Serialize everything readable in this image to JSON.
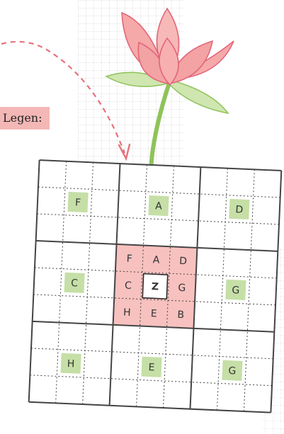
{
  "label_text": "Legen:",
  "cells": [
    {
      "letter": "F",
      "row": 1,
      "col": 1,
      "kind": "outer"
    },
    {
      "letter": "A",
      "row": 1,
      "col": 4,
      "kind": "outer"
    },
    {
      "letter": "D",
      "row": 1,
      "col": 7,
      "kind": "outer"
    },
    {
      "letter": "C",
      "row": 4,
      "col": 1,
      "kind": "outer"
    },
    {
      "letter": "G",
      "row": 4,
      "col": 7,
      "kind": "outer"
    },
    {
      "letter": "H",
      "row": 7,
      "col": 1,
      "kind": "outer"
    },
    {
      "letter": "E",
      "row": 7,
      "col": 4,
      "kind": "outer"
    },
    {
      "letter": "G",
      "row": 7,
      "col": 7,
      "kind": "outer"
    },
    {
      "letter": "F",
      "row": 3,
      "col": 3,
      "kind": "inner"
    },
    {
      "letter": "A",
      "row": 3,
      "col": 4,
      "kind": "inner"
    },
    {
      "letter": "D",
      "row": 3,
      "col": 5,
      "kind": "inner"
    },
    {
      "letter": "C",
      "row": 4,
      "col": 3,
      "kind": "inner"
    },
    {
      "letter": "Z",
      "row": 4,
      "col": 4,
      "kind": "center"
    },
    {
      "letter": "G",
      "row": 4,
      "col": 5,
      "kind": "inner"
    },
    {
      "letter": "H",
      "row": 5,
      "col": 3,
      "kind": "inner"
    },
    {
      "letter": "E",
      "row": 5,
      "col": 4,
      "kind": "inner"
    },
    {
      "letter": "B",
      "row": 5,
      "col": 5,
      "kind": "inner"
    }
  ],
  "colors": {
    "green_cell": "#c5dfa6",
    "pink_cell": "#f7c1bf",
    "grid_line": "#444444",
    "dashed_arrow": "#e8707a",
    "petal_fill": "#f5a9a8",
    "petal_stroke": "#e2667a",
    "stem": "#8fc35a"
  }
}
